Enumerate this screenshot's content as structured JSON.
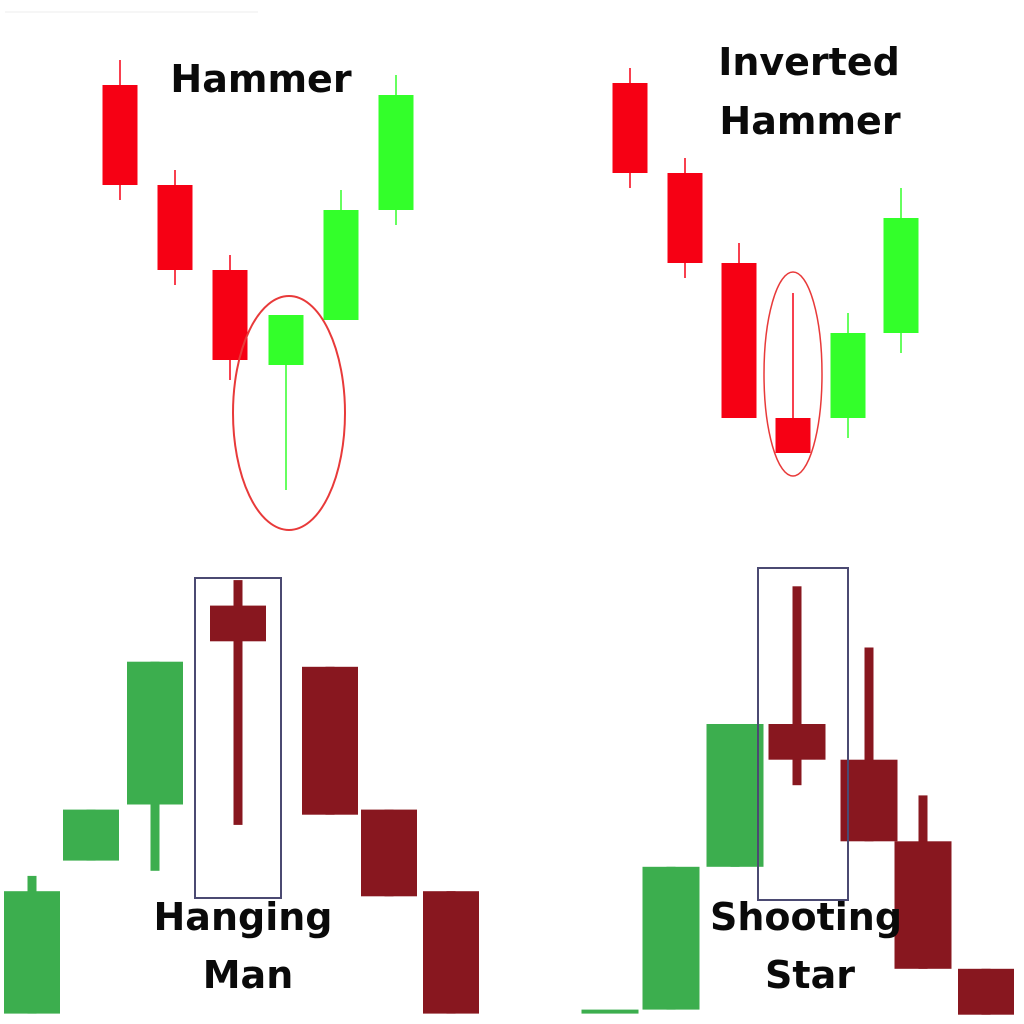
{
  "title": "Candlestick Reversal Patterns",
  "colors": {
    "bright_red": "#f60014",
    "bright_green": "#33ff2a",
    "dark_red": "#88171f",
    "dark_green": "#3cae4e",
    "highlight_ellipse": "#e83a3a",
    "highlight_box": "#4b4a72",
    "text": "#0a0a0a"
  },
  "chart_data": [
    {
      "type": "candlestick",
      "title": "Hammer",
      "title_lines": [
        "Hammer"
      ],
      "position": "top-left",
      "style": "bright",
      "highlight": {
        "shape": "ellipse",
        "candle_index": 3
      },
      "candles": [
        {
          "open": 87,
          "high": 92,
          "low": 64,
          "close": 67,
          "direction": "bearish"
        },
        {
          "open": 67,
          "high": 70,
          "low": 47,
          "close": 50,
          "direction": "bearish"
        },
        {
          "open": 50,
          "high": 53,
          "low": 28,
          "close": 32,
          "direction": "bearish"
        },
        {
          "open": 31,
          "high": 40,
          "low": 6,
          "close": 41,
          "direction": "bullish"
        },
        {
          "open": 40,
          "high": 66,
          "low": 40,
          "close": 62,
          "direction": "bullish"
        },
        {
          "open": 62,
          "high": 89,
          "low": 59,
          "close": 85,
          "direction": "bullish"
        }
      ]
    },
    {
      "type": "candlestick",
      "title": "Inverted Hammer",
      "title_lines": [
        "Inverted",
        "Hammer"
      ],
      "position": "top-right",
      "style": "bright",
      "highlight": {
        "shape": "ellipse",
        "candle_index": 3
      },
      "candles": [
        {
          "open": 84,
          "high": 87,
          "low": 63,
          "close": 66,
          "direction": "bearish"
        },
        {
          "open": 66,
          "high": 69,
          "low": 45,
          "close": 48,
          "direction": "bearish"
        },
        {
          "open": 48,
          "high": 52,
          "low": 17,
          "close": 17,
          "direction": "bearish"
        },
        {
          "open": 17,
          "high": 42,
          "low": 10,
          "close": 10,
          "direction": "bearish"
        },
        {
          "open": 17,
          "high": 38,
          "low": 13,
          "close": 34,
          "direction": "bullish"
        },
        {
          "open": 34,
          "high": 63,
          "low": 30,
          "close": 57,
          "direction": "bullish"
        }
      ]
    },
    {
      "type": "candlestick",
      "title": "Hanging Man",
      "title_lines": [
        "Hanging",
        "Man"
      ],
      "position": "bottom-left",
      "style": "dark",
      "highlight": {
        "shape": "rectangle",
        "candle_index": 3
      },
      "candles": [
        {
          "open": 4,
          "high": 31,
          "low": 4,
          "close": 28,
          "direction": "bullish"
        },
        {
          "open": 34,
          "high": 44,
          "low": 34,
          "close": 44,
          "direction": "bullish"
        },
        {
          "open": 45,
          "high": 73,
          "low": 32,
          "close": 73,
          "direction": "bullish"
        },
        {
          "open": 84,
          "high": 89,
          "low": 41,
          "close": 77,
          "direction": "bearish"
        },
        {
          "open": 72,
          "high": 72,
          "low": 43,
          "close": 43,
          "direction": "bearish"
        },
        {
          "open": 44,
          "high": 44,
          "low": 27,
          "close": 27,
          "direction": "bearish"
        },
        {
          "open": 28,
          "high": 28,
          "low": 4,
          "close": 4,
          "direction": "bearish"
        }
      ]
    },
    {
      "type": "candlestick",
      "title": "Shooting Star",
      "title_lines": [
        "Shooting",
        "Star"
      ],
      "position": "bottom-right",
      "style": "dark",
      "highlight": {
        "shape": "rectangle",
        "candle_index": 3
      },
      "candles": [
        {
          "open": 4,
          "high": 4,
          "low": 4,
          "close": 4,
          "direction": "bullish"
        },
        {
          "open": 4,
          "high": 32,
          "low": 4,
          "close": 32,
          "direction": "bullish"
        },
        {
          "open": 32,
          "high": 60,
          "low": 32,
          "close": 60,
          "direction": "bullish"
        },
        {
          "open": 60,
          "high": 87,
          "low": 48,
          "close": 53,
          "direction": "bearish"
        },
        {
          "open": 53,
          "high": 75,
          "low": 37,
          "close": 37,
          "direction": "bearish"
        },
        {
          "open": 37,
          "high": 46,
          "low": 12,
          "close": 12,
          "direction": "bearish"
        },
        {
          "open": 12,
          "high": 12,
          "low": 3,
          "close": 3,
          "direction": "bearish"
        }
      ]
    }
  ]
}
